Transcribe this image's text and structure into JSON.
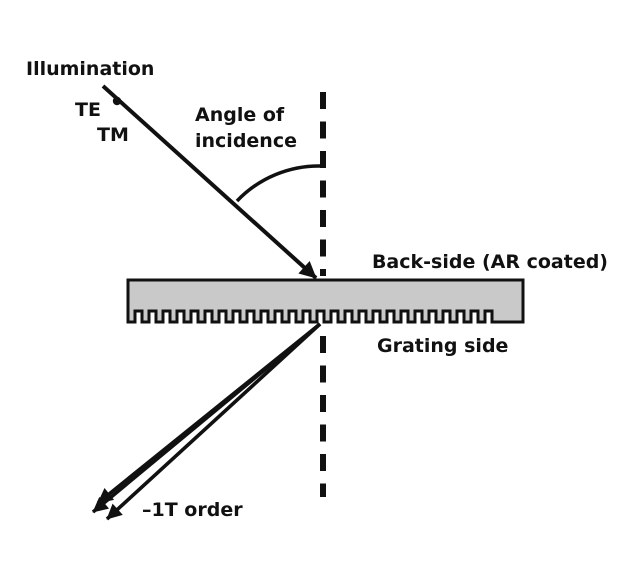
{
  "colors": {
    "ink": "#111111",
    "substrate_fill": "#c9c9c9",
    "background": "#ffffff"
  },
  "labels": {
    "illumination": "Illumination",
    "te": "TE",
    "tm": "TM",
    "angle_of_incidence_line1": "Angle of",
    "angle_of_incidence_line2": "incidence",
    "back_side": "Back-side (AR coated)",
    "grating_side": "Grating side",
    "minus_first_order": "–1T order"
  }
}
